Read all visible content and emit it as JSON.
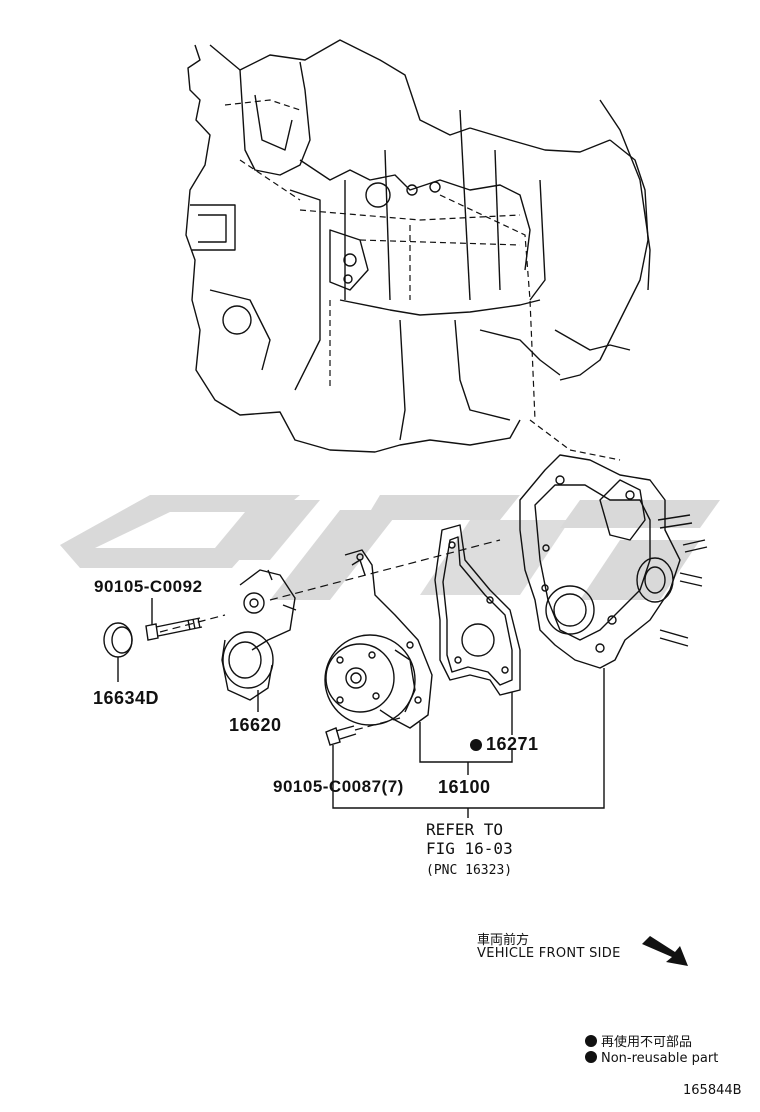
{
  "parts": {
    "bolt_top": "90105-C0092",
    "plug": "16634D",
    "tensioner": "16620",
    "gasket": "16271",
    "bolt_pump": "90105-C0087(7)",
    "pump": "16100"
  },
  "reference": {
    "line1": "REFER TO",
    "line2": "FIG 16-03",
    "line3": "(PNC 16323)"
  },
  "direction": {
    "jp": "車両前方",
    "en": "VEHICLE FRONT SIDE"
  },
  "legend": {
    "jp": "再使用不可部品",
    "en": "Non-reusable part"
  },
  "figure_number": "165844B",
  "watermark_color": "#d9d9d9"
}
